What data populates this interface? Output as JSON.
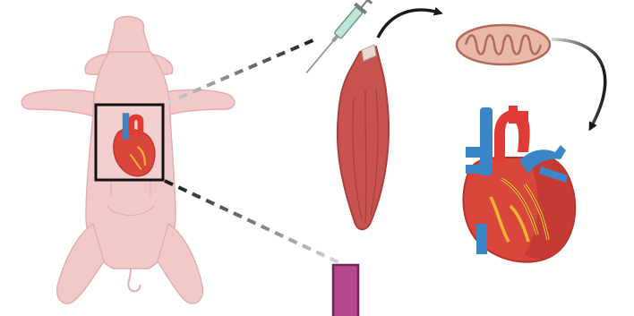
{
  "diagram": {
    "subjects": [
      {
        "name": "pig",
        "icon": "pig-icon"
      },
      {
        "name": "heart",
        "icon": "heart-icon"
      },
      {
        "name": "muscle",
        "icon": "muscle-icon"
      },
      {
        "name": "mitochondrion",
        "icon": "mitochondrion-icon"
      },
      {
        "name": "syringe",
        "icon": "syringe-icon"
      },
      {
        "name": "tube",
        "icon": "tube-icon"
      }
    ],
    "colors": {
      "pig_skin": "#f2c9c9",
      "pig_outline": "#e4aeb0",
      "muscle": "#c9544f",
      "muscle_dark": "#a83f3d",
      "heart_red": "#d9463c",
      "heart_dark": "#b8322c",
      "vessel_blue": "#3a86c8",
      "vessel_red": "#e03b34",
      "coronary": "#f2b632",
      "mito_fill": "#e8b9a8",
      "mito_line": "#b36a5a",
      "tube": "#b5478f",
      "arrow": "#1a1a1a"
    }
  }
}
